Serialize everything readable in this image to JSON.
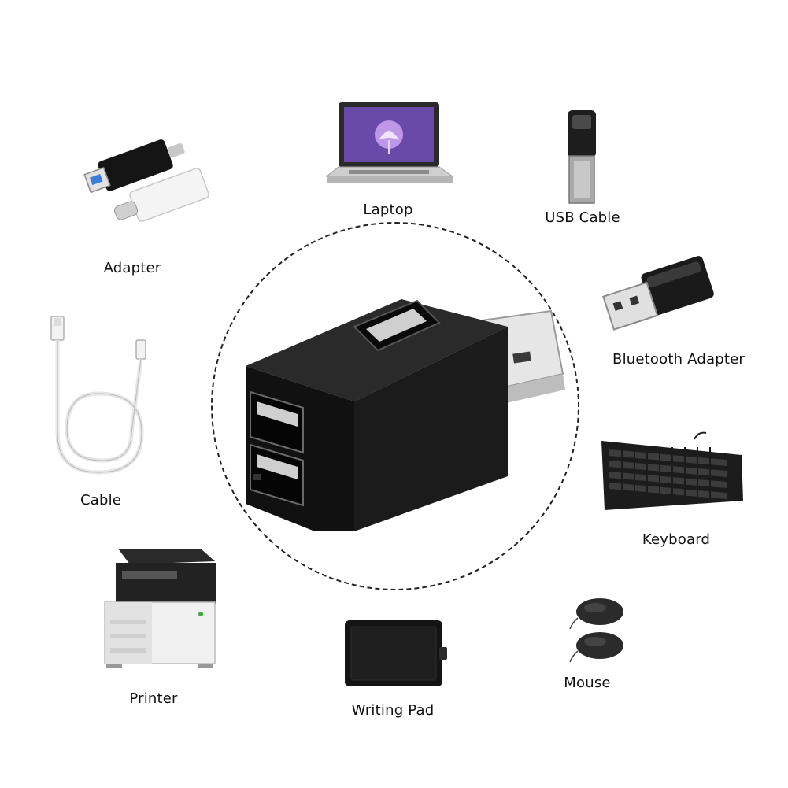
{
  "labels": {
    "adapter": "Adapter",
    "laptop": "Laptop",
    "usb_cable": "USB Cable",
    "bluetooth_adapter": "Bluetooth Adapter",
    "cable": "Cable",
    "keyboard": "Keyboard",
    "printer": "Printer",
    "writing_pad": "Writing Pad",
    "mouse": "Mouse"
  },
  "icons": {
    "hub": "usb-hub-icon",
    "adapter": "otg-adapter-icon",
    "laptop": "laptop-icon",
    "usb_cable": "usb-flash-drive-icon",
    "bluetooth_adapter": "bluetooth-dongle-icon",
    "cable": "usb-cable-icon",
    "keyboard": "keyboard-icon",
    "printer": "printer-icon",
    "writing_pad": "drawing-tablet-icon",
    "mouse": "mouse-icon"
  },
  "colors": {
    "hub_body": "#141414",
    "dashed_circle": "#222222",
    "connector_metal": "#d8d8d8",
    "laptop_screen": "#6a4aa8"
  }
}
